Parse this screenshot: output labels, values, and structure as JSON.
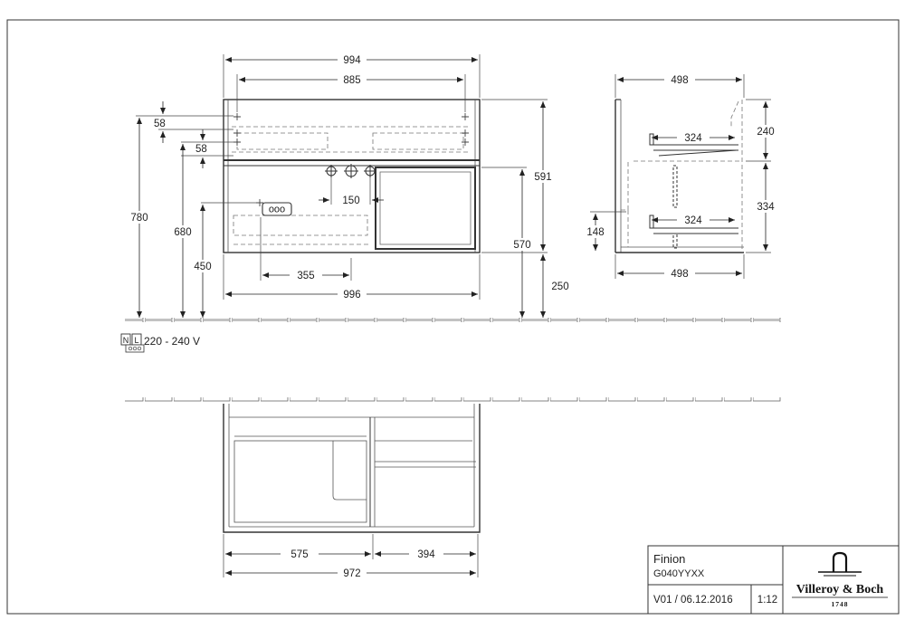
{
  "front_view": {
    "dims": {
      "width_total": "994",
      "width_holes": "885",
      "width_base": "996",
      "height_total": "780",
      "height_680": "680",
      "height_450": "450",
      "top_58a": "58",
      "top_58b": "58",
      "tap_spacing": "150",
      "socket_offset": "355",
      "height_591": "591",
      "height_570": "570",
      "floor_gap": "250"
    },
    "socket_holes": "ooo"
  },
  "side_view": {
    "dims": {
      "depth_top": "498",
      "depth_bottom": "498",
      "drawer_depth_upper": "324",
      "drawer_depth_lower": "324",
      "upper_height": "240",
      "lower_height": "334",
      "height_148": "148"
    }
  },
  "electrical": {
    "terminal_n": "N",
    "terminal_l": "L",
    "voltage": "220 - 240 V"
  },
  "top_view": {
    "dims": {
      "left_width": "575",
      "right_width": "394",
      "total_width": "972"
    }
  },
  "title_block": {
    "product_name": "Finion",
    "product_code": "G040YYXX",
    "version_date": "V01 / 06.12.2016",
    "scale": "1:12",
    "brand": "Villeroy & Boch",
    "year": "1748"
  }
}
